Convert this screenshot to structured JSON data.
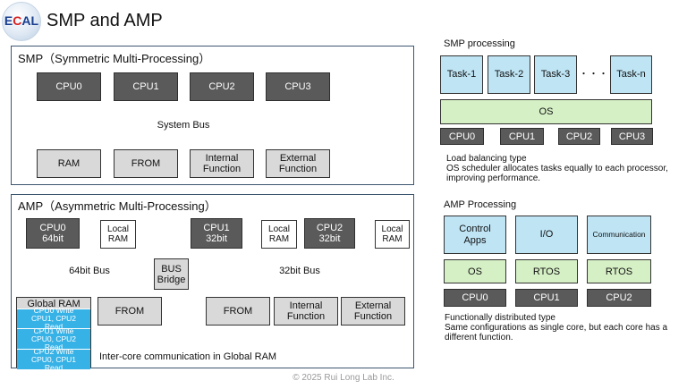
{
  "header": {
    "logo": {
      "e": "E",
      "c": "C",
      "al": "AL"
    },
    "title": "SMP and AMP"
  },
  "smp": {
    "title": "SMP（Symmetric Multi-Processing）",
    "cpus": [
      "CPU0",
      "CPU1",
      "CPU2",
      "CPU3"
    ],
    "bus": "System Bus",
    "blocks": [
      "RAM",
      "FROM",
      "Internal Function",
      "External Function"
    ]
  },
  "amp": {
    "title": "AMP（Asymmetric Multi-Processing）",
    "cpu0": "CPU0 64bit",
    "cpu1": "CPU1 32bit",
    "cpu2": "CPU2 32bit",
    "local_ram": "Local RAM",
    "bus64": "64bit Bus",
    "bus32": "32bit Bus",
    "bridge": "BUS Bridge",
    "global_ram": "Global RAM",
    "gr_cells": [
      "CPU0 Write CPU1, CPU2 Read",
      "CPU1 Write CPU0, CPU2 Read",
      "CPU2 Write CPU0, CPU1 Read"
    ],
    "from_left": "FROM",
    "from_right": "FROM",
    "internal": "Internal Function",
    "external": "External Function",
    "caption": "Inter-core communication in Global RAM"
  },
  "smp_processing": {
    "heading": "SMP processing",
    "tasks": [
      "Task-1",
      "Task-2",
      "Task-3",
      "Task-n"
    ],
    "dots": "・・・",
    "os": "OS",
    "cpus": [
      "CPU0",
      "CPU1",
      "CPU2",
      "CPU3"
    ],
    "desc": [
      "Load balancing type",
      "OS scheduler allocates tasks equally to each processor,",
      "improving performance."
    ]
  },
  "amp_processing": {
    "heading": "AMP Processing",
    "apps": [
      "Control Apps",
      "I/O",
      "Communication"
    ],
    "os": [
      "OS",
      "RTOS",
      "RTOS"
    ],
    "cpus": [
      "CPU0",
      "CPU1",
      "CPU2"
    ],
    "desc": [
      "Functionally distributed type",
      "Same configurations as single core, but each core has a",
      "different function."
    ]
  },
  "footer": "© 2025 Rui Long Lab Inc.",
  "colors": {
    "panel_border": "#3d5670",
    "dark_box": "#5a5a5a",
    "light_box": "#d9d9d9",
    "blue_box": "#bfe5f5",
    "green_box": "#d6f0c6",
    "global_ram_cell": "#37b2e6",
    "arrow": "#a6a6a6"
  }
}
